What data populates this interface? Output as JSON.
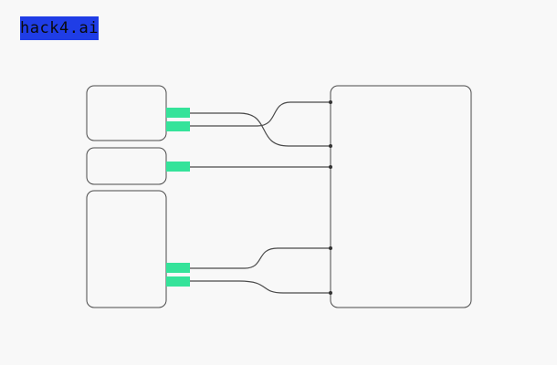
{
  "logo": {
    "text": "hack4.ai",
    "background_color": "#1f3de6"
  },
  "colors": {
    "background": "#f8f8f8",
    "port": "#35e39a",
    "wire": "#4a4a4a"
  },
  "diagram": {
    "nodes": [
      {
        "id": "source-a",
        "label": ""
      },
      {
        "id": "source-b",
        "label": ""
      },
      {
        "id": "source-c",
        "label": ""
      },
      {
        "id": "target",
        "label": ""
      }
    ],
    "connections": [
      {
        "from": "source-a",
        "to": "target"
      },
      {
        "from": "source-a",
        "to": "target"
      },
      {
        "from": "source-b",
        "to": "target"
      },
      {
        "from": "source-c",
        "to": "target"
      },
      {
        "from": "source-c",
        "to": "target"
      }
    ]
  }
}
